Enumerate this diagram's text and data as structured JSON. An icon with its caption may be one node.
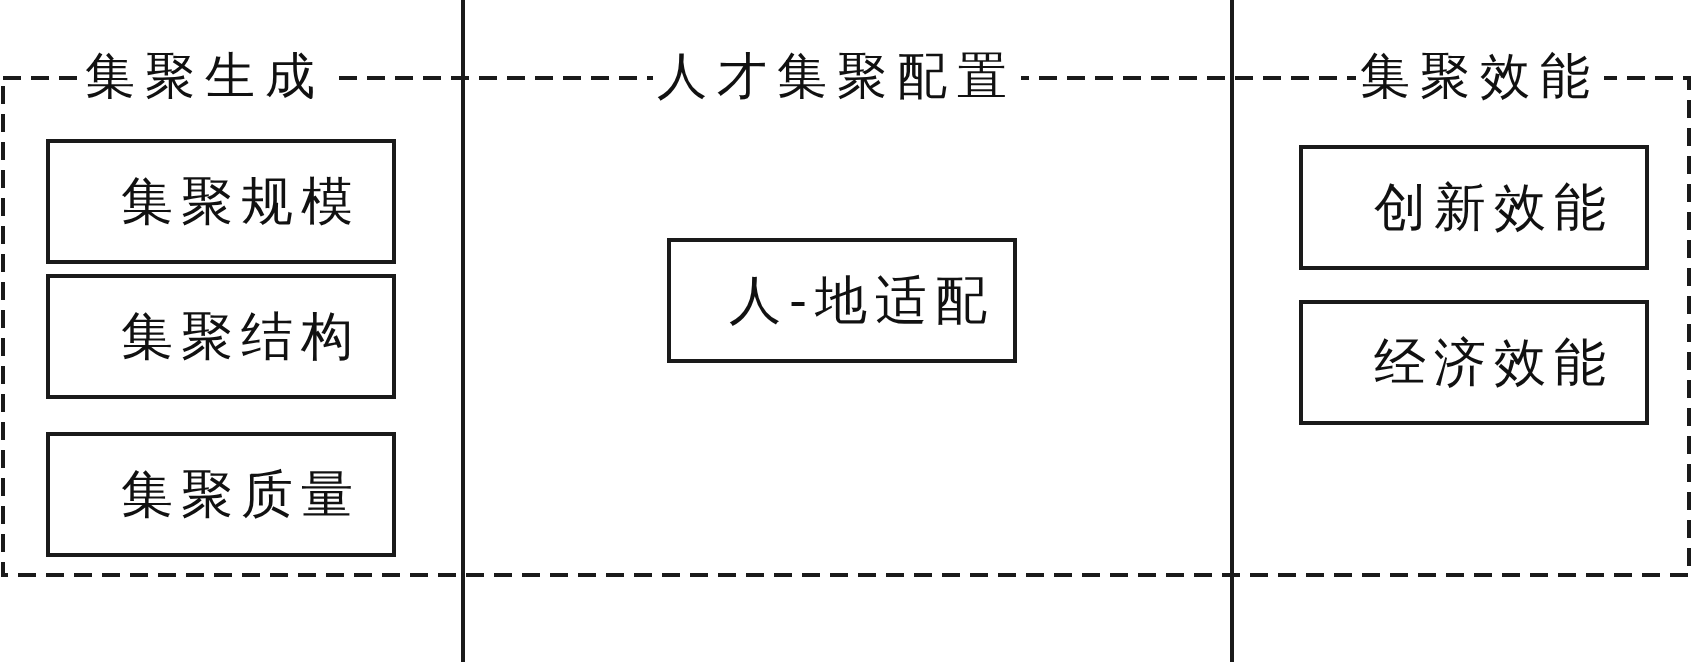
{
  "diagram": {
    "nodes": [
      {
        "text": [
          "集聚规模"
        ]
      },
      {
        "text": [
          "集聚结构"
        ]
      },
      {
        "text": [
          "集聚质量"
        ]
      },
      {
        "text": [
          "人-地适配"
        ]
      },
      {
        "text": [
          "创新效能"
        ]
      },
      {
        "text": [
          "经济效能"
        ]
      }
    ],
    "labels": [
      "集聚生成",
      "人才集聚配置",
      "集聚效能"
    ]
  }
}
